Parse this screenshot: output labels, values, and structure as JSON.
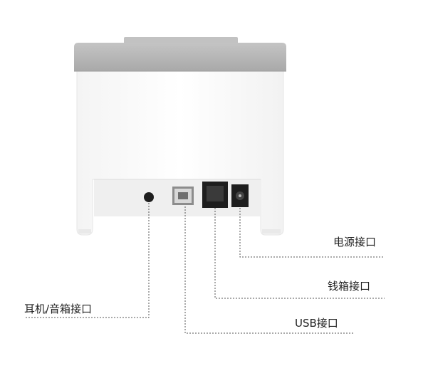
{
  "labels": {
    "power_port": "电源接口",
    "cash_drawer_port": "钱箱接口",
    "audio_port": "耳机/音箱接口",
    "usb_port": "USB接口"
  },
  "colors": {
    "background": "#ffffff",
    "printer_top_band": "#b9b9b9",
    "printer_body": "#fbfbfb",
    "port_panel": "#f0f0f0",
    "port_dark": "#1e1e1e",
    "usb_metal": "#8c8c8c",
    "leader_line": "#555555",
    "label_text": "#222222"
  }
}
